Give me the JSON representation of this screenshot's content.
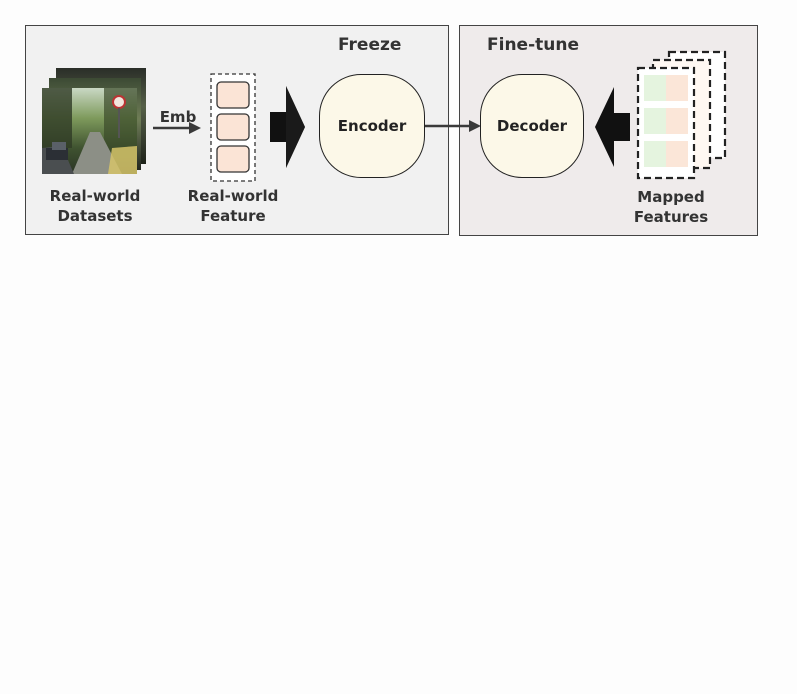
{
  "panels": {
    "freeze_title": "Freeze",
    "finetune_title": "Fine-tune"
  },
  "labels": {
    "emb": "Emb",
    "datasets_line1": "Real-world",
    "datasets_line2": "Datasets",
    "feature_line1": "Real-world",
    "feature_line2": "Feature",
    "mapped_line1": "Mapped",
    "mapped_line2": "Features"
  },
  "nodes": {
    "encoder": "Encoder",
    "decoder": "Decoder"
  },
  "colors": {
    "node_fill": "#fcf8e8",
    "feature_cell": "#fbe4d6",
    "mapped_green": "#e5f4df",
    "mapped_peach": "#fbe6d8",
    "freeze_bg": "#f1f1f1",
    "finetune_bg": "#efebeb"
  }
}
